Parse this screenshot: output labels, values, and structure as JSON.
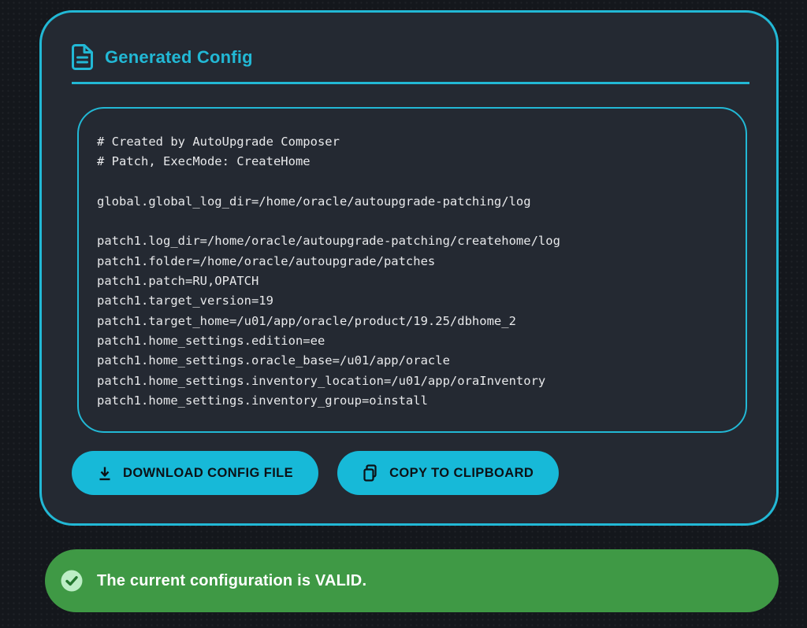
{
  "panel": {
    "title": "Generated Config",
    "code_lines": [
      "# Created by AutoUpgrade Composer",
      "# Patch, ExecMode: CreateHome",
      "",
      "global.global_log_dir=/home/oracle/autoupgrade-patching/log",
      "",
      "patch1.log_dir=/home/oracle/autoupgrade-patching/createhome/log",
      "patch1.folder=/home/oracle/autoupgrade/patches",
      "patch1.patch=RU,OPATCH",
      "patch1.target_version=19",
      "patch1.target_home=/u01/app/oracle/product/19.25/dbhome_2",
      "patch1.home_settings.edition=ee",
      "patch1.home_settings.oracle_base=/u01/app/oracle",
      "patch1.home_settings.inventory_location=/u01/app/oraInventory",
      "patch1.home_settings.inventory_group=oinstall"
    ],
    "buttons": {
      "download_label": "DOWNLOAD CONFIG FILE",
      "copy_label": "COPY TO CLIPBOARD"
    }
  },
  "status_banner": {
    "text": "The current configuration is VALID."
  },
  "icons": {
    "header_icon": "file-text-icon",
    "download_icon": "download-arrow-icon",
    "copy_icon": "copy-overlapping-pages-icon",
    "status_icon": "check-circle-icon"
  },
  "colors": {
    "accent_cyan": "#22b8d5",
    "button_cyan": "#17b9d8",
    "button_text": "#0c1116",
    "panel_bg": "#242932",
    "page_bg": "#14171c",
    "code_text": "#e8e9eb",
    "banner_green": "#3f9945",
    "banner_text": "#ffffff",
    "check_circle_bg": "#bdeec6",
    "check_mark": "#24772f"
  }
}
